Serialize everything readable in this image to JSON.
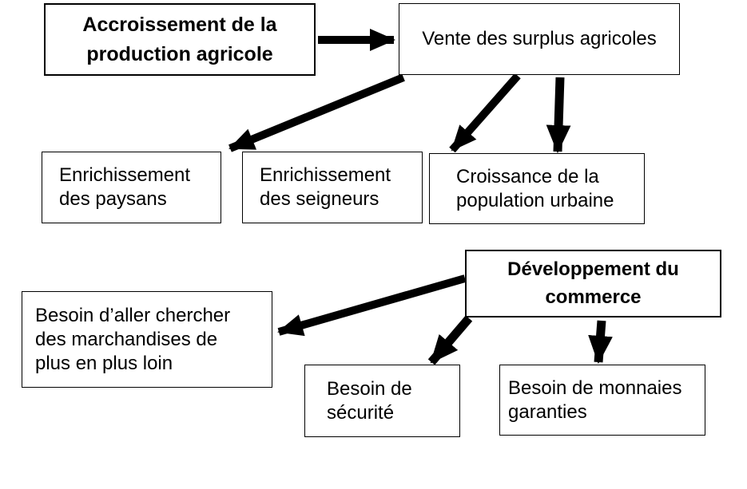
{
  "diagram": {
    "description": "Flow diagram (French) on medieval agricultural growth and the development of commerce",
    "colors": {
      "background": "#ffffff",
      "node_fill": "#ffffff",
      "node_border": "#000000",
      "arrow": "#000000",
      "text": "#000000"
    },
    "nodes": {
      "accroissement": {
        "label": "Accroissement de la\nproduction agricole",
        "emphasis": "bold"
      },
      "vente": {
        "label": "Vente des surplus agricoles",
        "emphasis": "normal"
      },
      "paysans": {
        "label": "Enrichissement\ndes paysans",
        "emphasis": "normal"
      },
      "seigneurs": {
        "label": "Enrichissement\ndes seigneurs",
        "emphasis": "normal"
      },
      "croissance": {
        "label": "Croissance de la\npopulation urbaine",
        "emphasis": "normal"
      },
      "developpement": {
        "label": "Développement du\ncommerce",
        "emphasis": "bold"
      },
      "marchandises": {
        "label": "Besoin d’aller chercher\ndes marchandises de\nplus en plus loin",
        "emphasis": "normal"
      },
      "securite": {
        "label": "Besoin de\nsécurité",
        "emphasis": "normal"
      },
      "monnaies": {
        "label": "Besoin de monnaies\ngaranties",
        "emphasis": "normal"
      }
    },
    "edges": [
      {
        "from": "accroissement",
        "to": "vente"
      },
      {
        "from": "vente",
        "to": "paysans"
      },
      {
        "from": "vente",
        "to": "croissance"
      },
      {
        "from": "vente",
        "to": "croissance"
      },
      {
        "from": "developpement",
        "to": "marchandises"
      },
      {
        "from": "developpement",
        "to": "securite"
      },
      {
        "from": "developpement",
        "to": "monnaies"
      }
    ]
  }
}
